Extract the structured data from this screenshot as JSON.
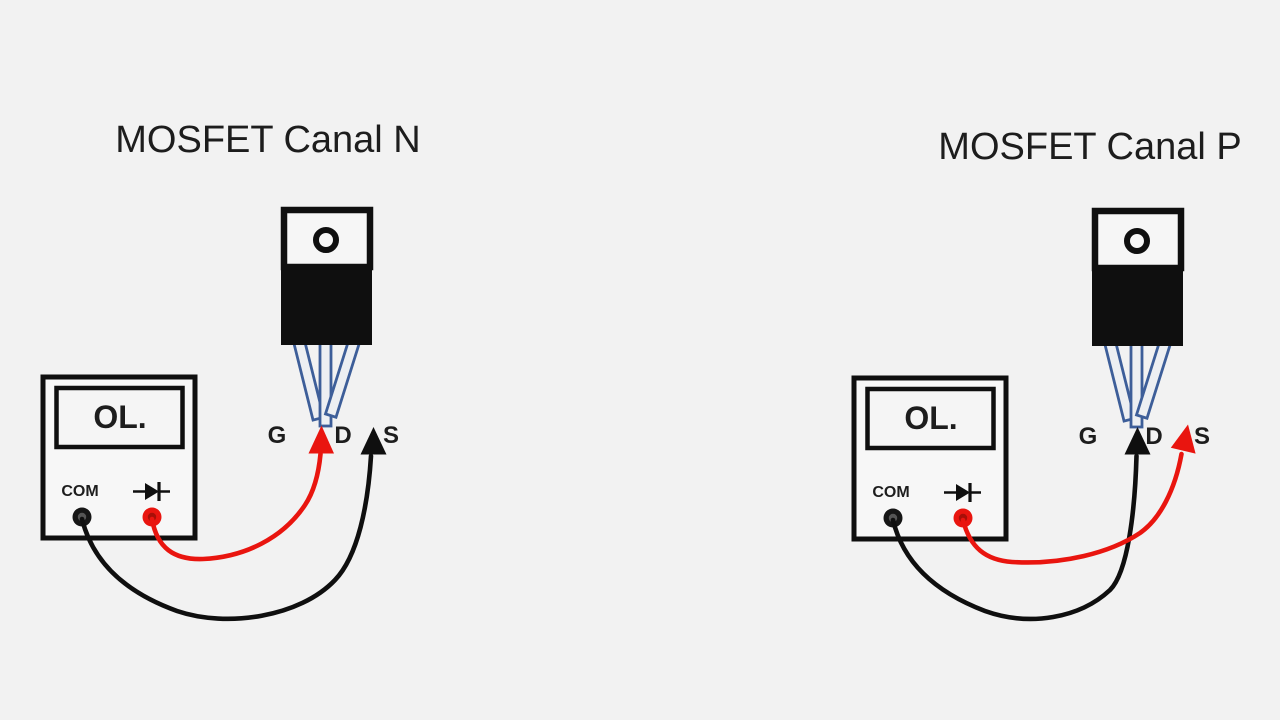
{
  "colors": {
    "bg": "#f2f2f2",
    "ink": "#0f0f0f",
    "red": "#e9150f",
    "blue": "#3d5e99",
    "text": "#1d1d1d"
  },
  "panels": [
    {
      "title": "MOSFET Canal N",
      "pins": [
        "G",
        "D",
        "S"
      ],
      "meter": {
        "display": "OL.",
        "com": "COM",
        "diode_icon": "diode-test-icon"
      },
      "probes": {
        "red_probe_pin": "D",
        "black_probe_pin": "S"
      }
    },
    {
      "title": "MOSFET Canal P",
      "pins": [
        "G",
        "D",
        "S"
      ],
      "meter": {
        "display": "OL.",
        "com": "COM",
        "diode_icon": "diode-test-icon"
      },
      "probes": {
        "red_probe_pin": "S",
        "black_probe_pin": "D"
      }
    }
  ]
}
